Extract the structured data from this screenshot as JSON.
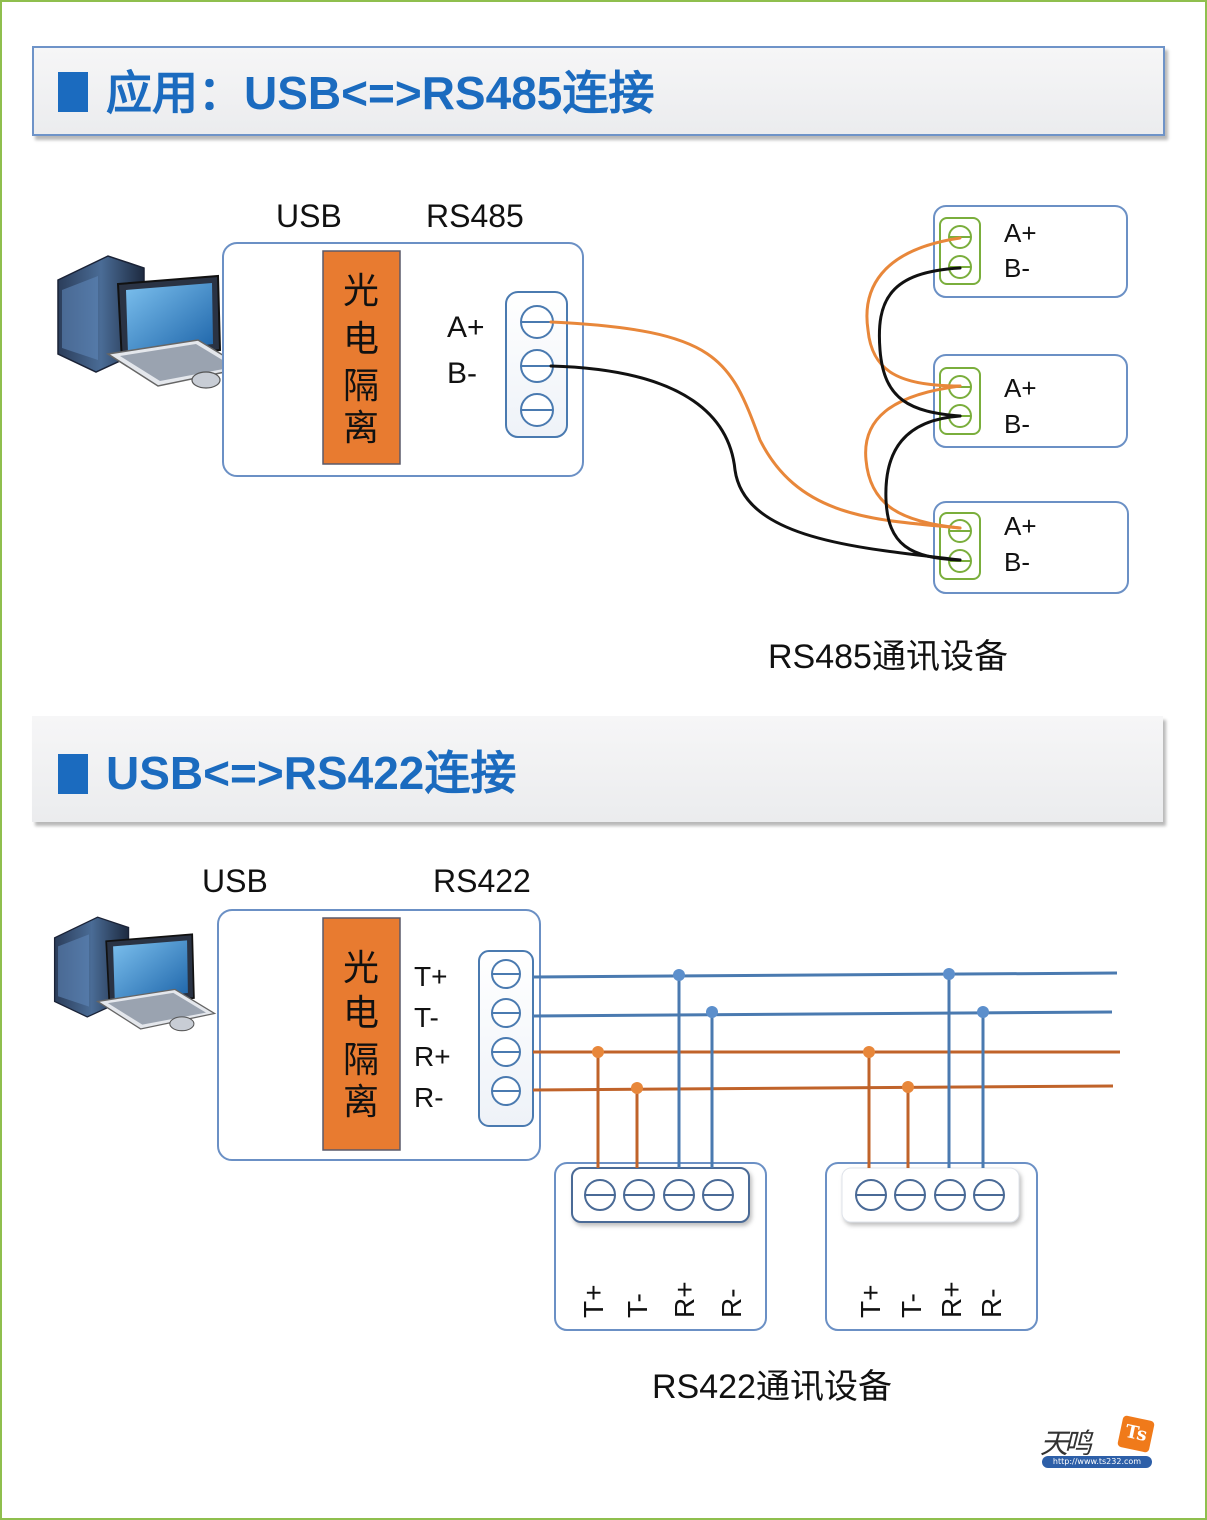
{
  "section1": {
    "title": "应用：USB<=>RS485连接",
    "usb_label": "USB",
    "port_label": "RS485",
    "isolation_label": [
      "光",
      "电",
      "隔",
      "离"
    ],
    "converter_pins": [
      "A+",
      "B-"
    ],
    "devices": [
      {
        "pins": [
          "A+",
          "B-"
        ]
      },
      {
        "pins": [
          "A+",
          "B-"
        ]
      },
      {
        "pins": [
          "A+",
          "B-"
        ]
      }
    ],
    "caption": "RS485通讯设备"
  },
  "section2": {
    "title": "USB<=>RS422连接",
    "usb_label": "USB",
    "port_label": "RS422",
    "isolation_label": [
      "光",
      "电",
      "隔",
      "离"
    ],
    "converter_pins": [
      "T+",
      "T-",
      "R+",
      "R-"
    ],
    "devices": [
      {
        "pins": [
          "T+",
          "T-",
          "R+",
          "R-"
        ]
      },
      {
        "pins": [
          "T+",
          "T-",
          "R+",
          "R-"
        ]
      }
    ],
    "caption": "RS422通讯设备"
  },
  "watermark": {
    "script_text": "天鸣",
    "logo_text": "Ts",
    "url": "http://www.ts232.com"
  },
  "colors": {
    "title_blue": "#1b6bbf",
    "isolator_orange": "#e87b30",
    "wire_orange": "#e8873a",
    "wire_black": "#111111",
    "wire_blue": "#4a7ab0",
    "wire_brown": "#c0632a",
    "device_terminal_green": "#7aae3c",
    "frame_green": "#8fbf4e"
  }
}
